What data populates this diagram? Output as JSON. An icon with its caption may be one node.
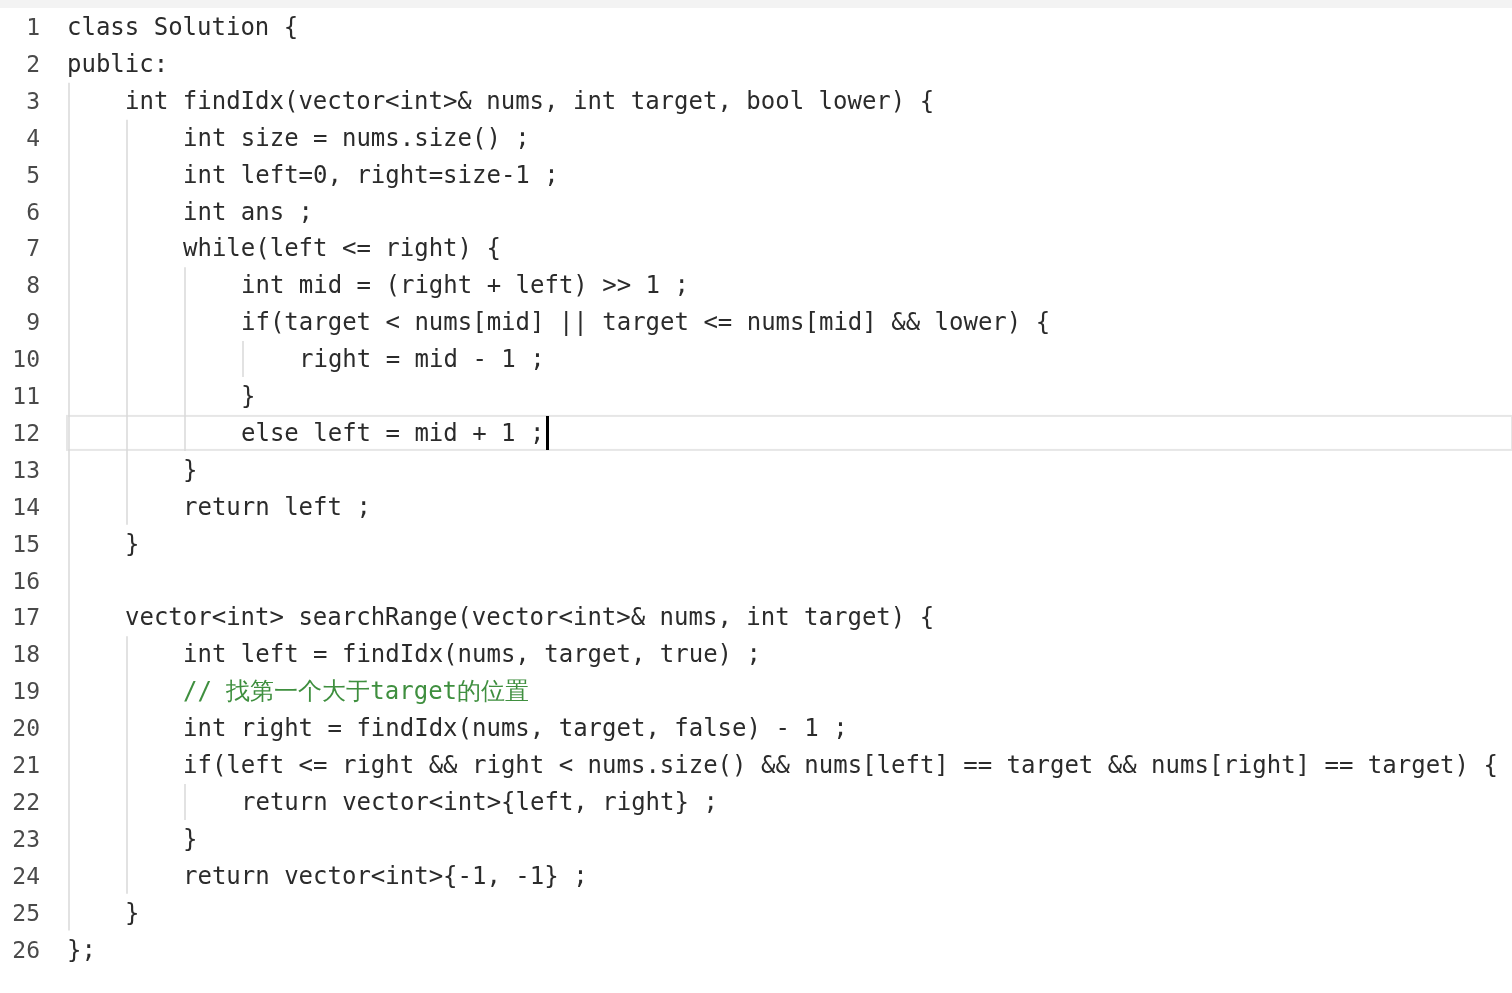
{
  "diagram": {
    "labels": [
      "1",
      "class Solution {",
      "2",
      "public:",
      "3",
      "int findIdx(vector<int>& nums, int target, bool lower) {",
      "4",
      "int size = nums.size() ;",
      "5",
      "int left=0, right=size-1 ;",
      "6",
      "int ans ;",
      "7",
      "while(left <= right) {",
      "8",
      "int mid = (right + left) >> 1 ;",
      "9",
      "if(target < nums[mid] || target <= nums[mid] && lower) {",
      "10",
      "right = mid - 1 ;",
      "11",
      "}",
      "12",
      "else left = mid + 1 ;",
      "13",
      "}",
      "14",
      "return left ;",
      "15",
      "}",
      "16",
      "17",
      "vector<int> searchRange(vector<int>& nums, int target) {",
      "18",
      "int left = findIdx(nums, target, true) ;",
      "19",
      "// 找第一个大于target的位置",
      "20",
      "int right = findIdx(nums, target, false) - 1 ;",
      "21",
      "if(left <= right && right < nums.size() && nums[left] == target && nums[right] == target) {",
      "22",
      "return vector<int>{left, right} ;",
      "23",
      "}",
      "24",
      "return vector<int>{-1, -1} ;",
      "25",
      "}",
      "26",
      "};"
    ]
  }
}
